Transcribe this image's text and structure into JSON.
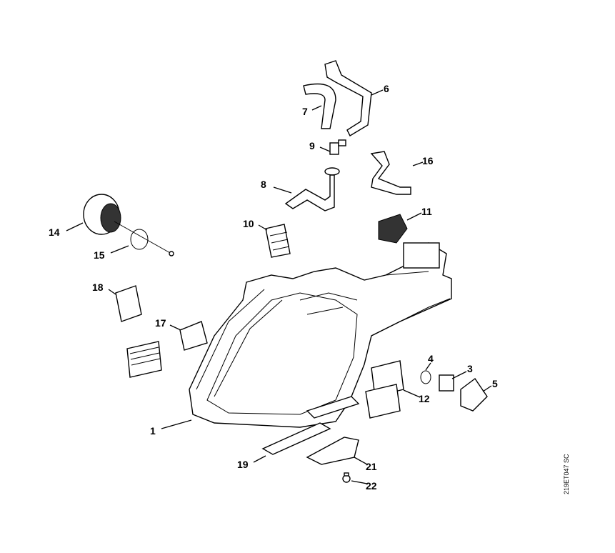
{
  "drawing_code": "219ET047 SC",
  "callouts": [
    {
      "id": "1",
      "label": "1"
    },
    {
      "id": "3",
      "label": "3"
    },
    {
      "id": "4",
      "label": "4"
    },
    {
      "id": "5",
      "label": "5"
    },
    {
      "id": "6",
      "label": "6"
    },
    {
      "id": "7",
      "label": "7"
    },
    {
      "id": "8",
      "label": "8"
    },
    {
      "id": "9",
      "label": "9"
    },
    {
      "id": "10",
      "label": "10"
    },
    {
      "id": "11",
      "label": "11"
    },
    {
      "id": "12",
      "label": "12"
    },
    {
      "id": "14",
      "label": "14"
    },
    {
      "id": "15",
      "label": "15"
    },
    {
      "id": "16",
      "label": "16"
    },
    {
      "id": "17",
      "label": "17"
    },
    {
      "id": "18",
      "label": "18"
    },
    {
      "id": "19",
      "label": "19"
    },
    {
      "id": "21",
      "label": "21"
    },
    {
      "id": "22",
      "label": "22"
    }
  ]
}
